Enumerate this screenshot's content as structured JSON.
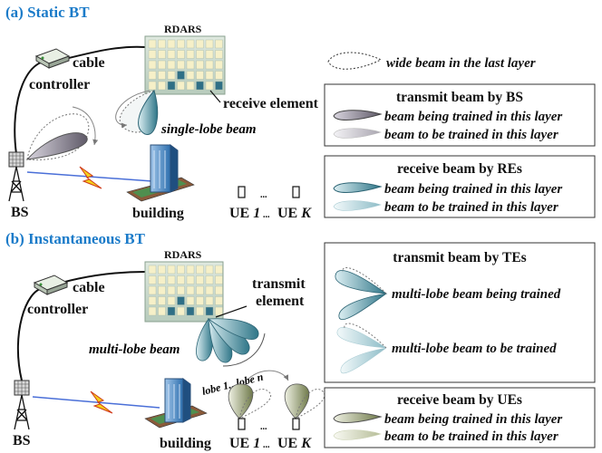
{
  "section_a": {
    "title": "(a) Static BT",
    "rdars_label": "RDARS",
    "cable_label": "cable",
    "controller_label": "controller",
    "receive_element_label": "receive element",
    "single_lobe_label": "single-lobe beam",
    "bs_label": "BS",
    "building_label": "building",
    "ue_first": "UE ",
    "ue_first_index": "1",
    "ue_dots": "...",
    "ue_last": "UE ",
    "ue_last_index": "K"
  },
  "section_b": {
    "title": "(b) Instantaneous BT",
    "rdars_label": "RDARS",
    "cable_label": "cable",
    "controller_label": "controller",
    "transmit_label": "transmit",
    "element_label": "element",
    "multi_lobe_label": "multi-lobe beam",
    "lobe_range_label": "lobe 1...lobe n",
    "bs_label": "BS",
    "building_label": "building",
    "ue_first": "UE ",
    "ue_first_index": "1",
    "ue_dots": "...",
    "ue_last": "UE ",
    "ue_last_index": "K"
  },
  "legend": {
    "wide_beam": "wide beam in the last layer",
    "bs_box": {
      "title": "transmit beam by BS",
      "item1": "beam being trained in this layer",
      "item2": "beam to be trained in this layer"
    },
    "re_box": {
      "title": "receive beam by REs",
      "item1": "beam being trained in this layer",
      "item2": "beam to be trained in this layer"
    },
    "te_box": {
      "title": "transmit beam by TEs",
      "item1": "multi-lobe beam being trained",
      "item2": "multi-lobe beam to be trained"
    },
    "ue_box": {
      "title": "receive beam by UEs",
      "item1": "beam being trained in this layer",
      "item2": "beam to be trained in this layer"
    }
  },
  "colors": {
    "section_title": "#1b7bc9",
    "bs_beam": "#6f6a78",
    "re_beam": "#3c7f8f",
    "ue_beam": "#7f8a5a",
    "rdars_panel": "#c9d9cc",
    "lightning": "#f4d21a"
  }
}
